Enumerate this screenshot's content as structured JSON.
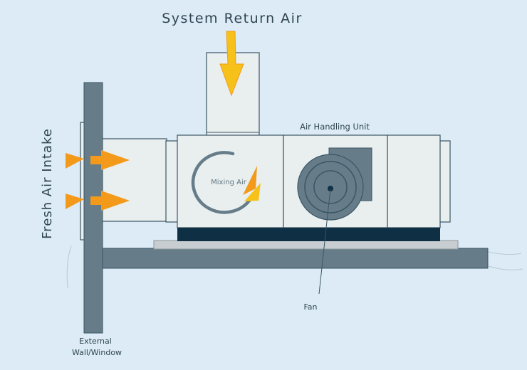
{
  "diagram": {
    "title": "System Return Air",
    "ahu_label": "Air Handling Unit",
    "mixing_label": "Mixing Air",
    "fresh_air_label": "Fresh Air Intake",
    "fan_label": "Fan",
    "wall_label_line1": "External",
    "wall_label_line2": "Wall/Window"
  },
  "colors": {
    "background": "#dcebf5",
    "panel": "#e9eeef",
    "outline": "#3a5564",
    "steel": "#667d89",
    "dark_base": "#0f2f44",
    "pad": "#c7cdd0",
    "arrow_orange": "#f39a1a",
    "arrow_yellow": "#f6c21a"
  }
}
